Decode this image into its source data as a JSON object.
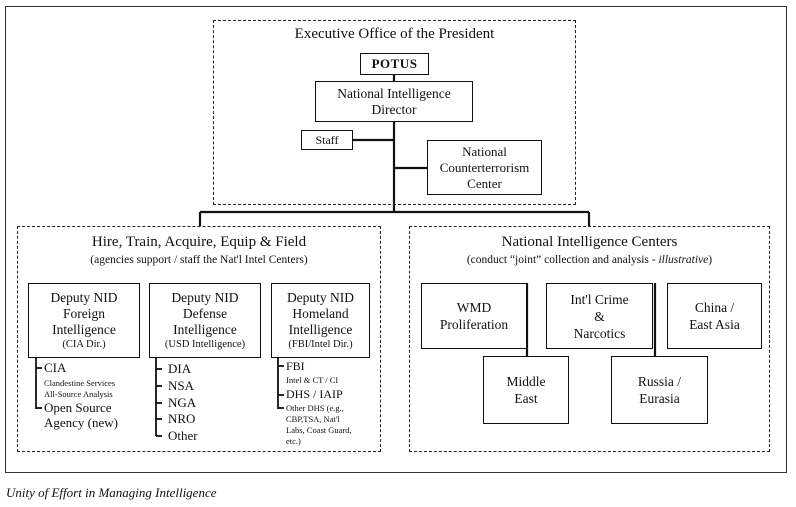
{
  "eop": {
    "title": "Executive Office of the President"
  },
  "potus": "POTUS",
  "nid": {
    "line1": "National Intelligence",
    "line2": "Director"
  },
  "staff": "Staff",
  "nctc": {
    "line1": "National",
    "line2": "Counterterrorism",
    "line3": "Center"
  },
  "left_panel": {
    "title": "Hire, Train, Acquire, Equip & Field",
    "subtitle": "(agencies support / staff the Nat'l Intel Centers)",
    "deputies": [
      {
        "l1": "Deputy NID",
        "l2": "Foreign",
        "l3": "Intelligence",
        "l4": "(CIA Dir.)"
      },
      {
        "l1": "Deputy NID",
        "l2": "Defense",
        "l3": "Intelligence",
        "l4": "(USD Intelligence)"
      },
      {
        "l1": "Deputy NID",
        "l2": "Homeland",
        "l3": "Intelligence",
        "l4": "(FBI/Intel Dir.)"
      }
    ],
    "foreign_list": {
      "cia": "CIA",
      "cia_sub1": "Clandestine Services",
      "cia_sub2": "All-Source Analysis",
      "osa1": "Open Source",
      "osa2": "Agency (new)"
    },
    "defense_list": [
      "DIA",
      "NSA",
      "NGA",
      "NRO",
      "Other"
    ],
    "homeland_list": {
      "fbi": "FBI",
      "fbi_sub": "Intel & CT / CI",
      "dhs": "DHS / IAIP",
      "other1": "Other DHS (e.g.,",
      "other2": "CBP,TSA, Nat'l",
      "other3": "Labs, Coast Guard,",
      "other4": "etc.)"
    }
  },
  "right_panel": {
    "title": "National Intelligence Centers",
    "subtitle_prefix": "(conduct “joint” collection and analysis - ",
    "subtitle_italic": "illustrative",
    "subtitle_suffix": ")",
    "centers": {
      "wmd": {
        "l1": "WMD",
        "l2": "Proliferation"
      },
      "crime": {
        "l1": "Int'l Crime",
        "l2": "&",
        "l3": "Narcotics"
      },
      "china": {
        "l1": "China /",
        "l2": "East Asia"
      },
      "mideast": {
        "l1": "Middle",
        "l2": "East"
      },
      "russia": {
        "l1": "Russia /",
        "l2": "Eurasia"
      }
    }
  },
  "caption": "Unity of Effort in Managing Intelligence"
}
